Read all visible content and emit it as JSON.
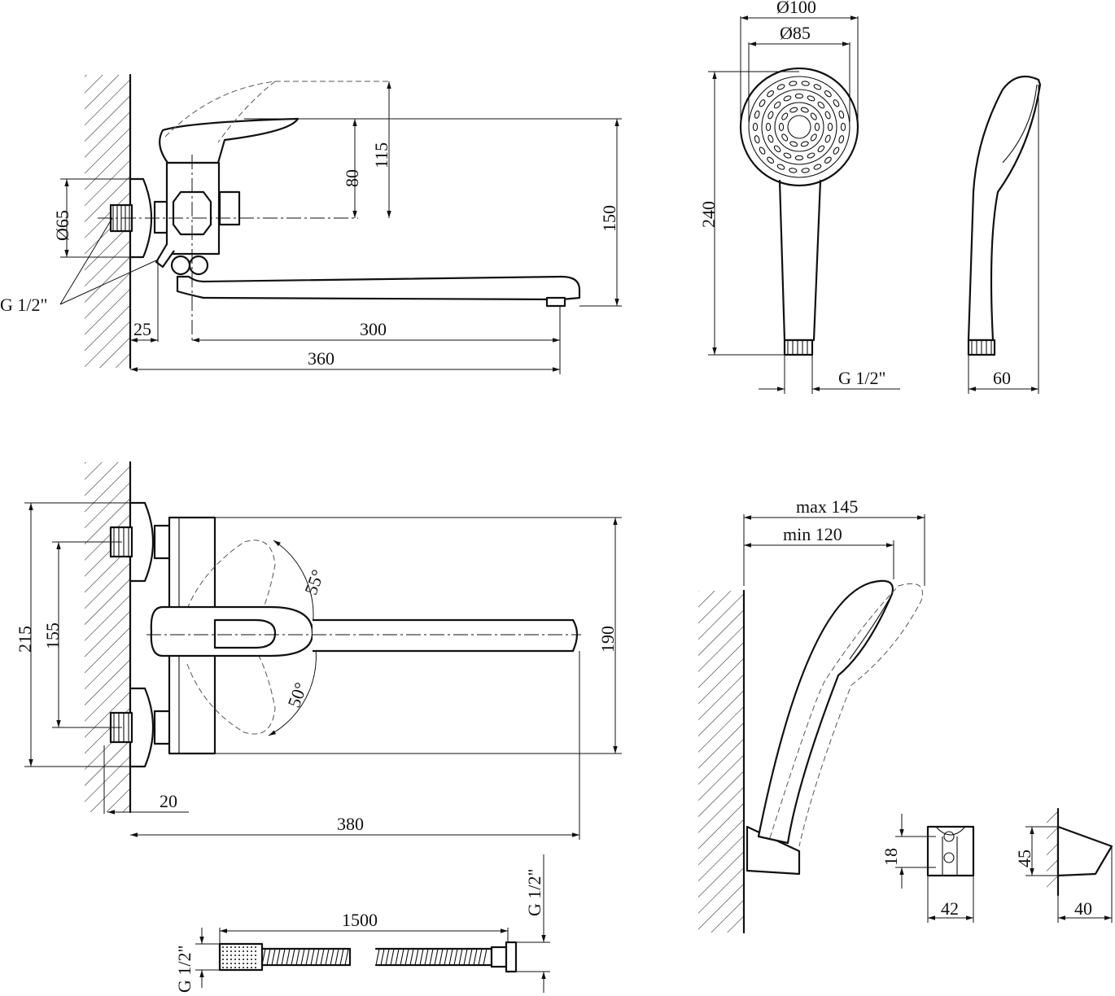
{
  "labels": {
    "top_d65": "Ø65",
    "top_115": "115",
    "top_80": "80",
    "top_150": "150",
    "top_g12": "G 1/2\"",
    "top_25": "25",
    "top_300": "300",
    "top_360": "360",
    "head_d100": "Ø100",
    "head_d85": "Ø85",
    "head_240": "240",
    "head_g12": "G 1/2\"",
    "head_60": "60",
    "plan_215": "215",
    "plan_155": "155",
    "plan_190": "190",
    "plan_55": "55°",
    "plan_50": "50°",
    "plan_20": "20",
    "plan_380": "380",
    "holder_max": "max 145",
    "holder_min": "min 120",
    "bracket_18": "18",
    "bracket_42": "42",
    "bracket_45": "45",
    "bracket_40": "40",
    "hose_1500": "1500",
    "hose_g12_left": "G 1/2\"",
    "hose_g12_right": "G 1/2\""
  }
}
